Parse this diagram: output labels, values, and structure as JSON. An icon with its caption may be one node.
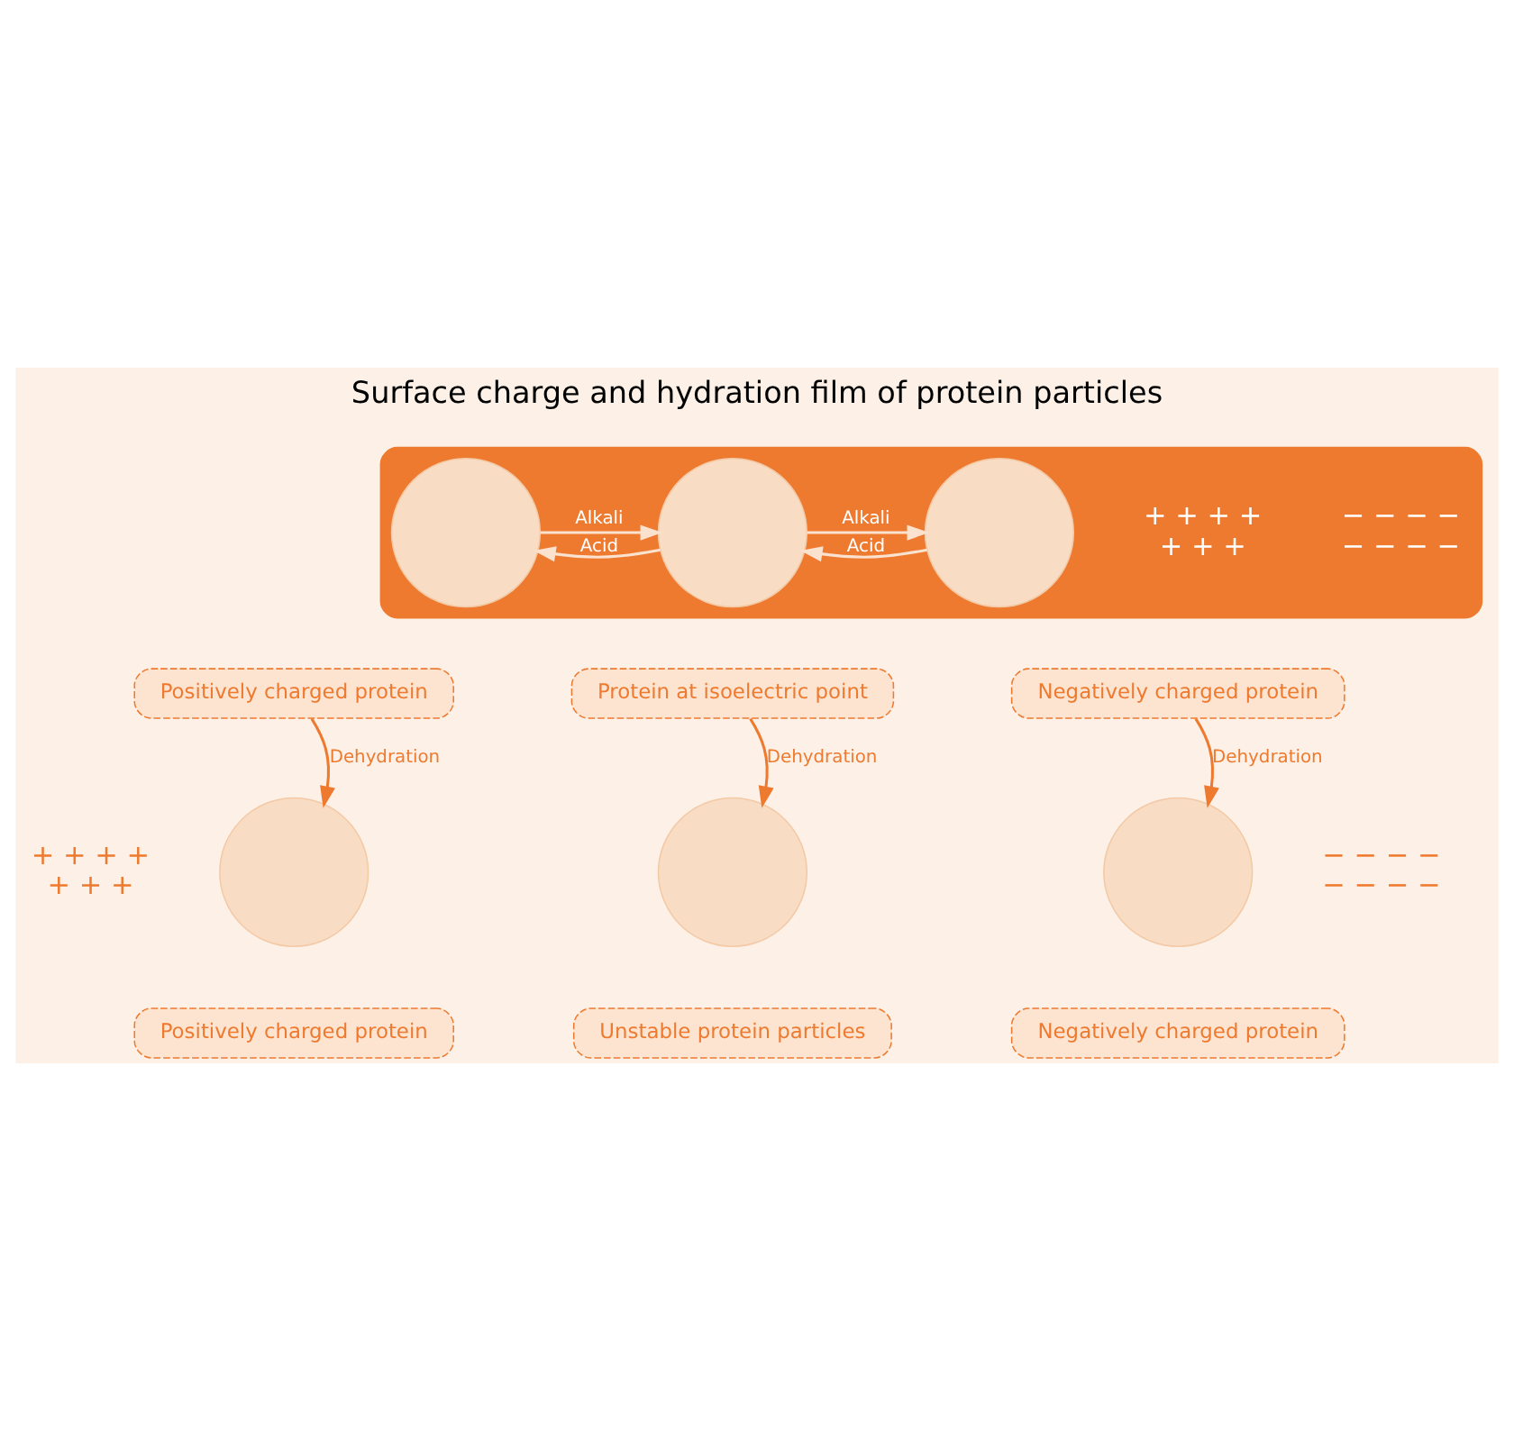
{
  "diagram": {
    "title": "Surface charge and hydration film of protein particles",
    "nodes": [
      {
        "text": [],
        "shape": "band"
      },
      {
        "text": [],
        "shape": "circle",
        "in": 0,
        "beside": [
          "+",
          "+",
          "+",
          "+",
          "+",
          "+",
          "+"
        ]
      },
      {
        "text": [],
        "shape": "circle",
        "in": 0
      },
      {
        "text": [],
        "shape": "circle",
        "in": 0,
        "beside": [
          "−",
          "−",
          "−",
          "−",
          "−",
          "−",
          "−",
          "−"
        ]
      },
      {
        "text": [
          "Positively charged protein"
        ]
      },
      {
        "text": [
          "Protein at isoelectric point"
        ]
      },
      {
        "text": [
          "Negatively charged protein"
        ]
      },
      {
        "text": [],
        "shape": "circle",
        "beside": [
          "+",
          "+",
          "+",
          "+",
          "+",
          "+",
          "+"
        ]
      },
      {
        "text": [],
        "shape": "circle"
      },
      {
        "text": [],
        "shape": "circle",
        "beside": [
          "−",
          "−",
          "−",
          "−",
          "−",
          "−",
          "−",
          "−"
        ]
      },
      {
        "text": [
          "Positively charged protein"
        ]
      },
      {
        "text": [
          "Unstable protein particles"
        ]
      },
      {
        "text": [
          "Negatively charged protein"
        ]
      }
    ],
    "edges": [
      {
        "from": 2,
        "to": 1,
        "arrow": "to",
        "label": "Acid"
      },
      {
        "from": 1,
        "to": 2,
        "arrow": "to",
        "label": "Alkali"
      },
      {
        "from": 2,
        "to": 3,
        "arrow": "to",
        "label": "Alkali"
      },
      {
        "from": 3,
        "to": 2,
        "arrow": "to",
        "label": "Acid"
      },
      {
        "from": 4,
        "to": 7,
        "arrow": "to",
        "label": "Dehydration",
        "color": "#ee7a30"
      },
      {
        "from": 5,
        "to": 8,
        "arrow": "to",
        "label": "Dehydration",
        "color": "#ee7a30"
      },
      {
        "from": 6,
        "to": 9,
        "arrow": "to",
        "label": "Dehydration",
        "color": "#ee7a30"
      }
    ]
  }
}
